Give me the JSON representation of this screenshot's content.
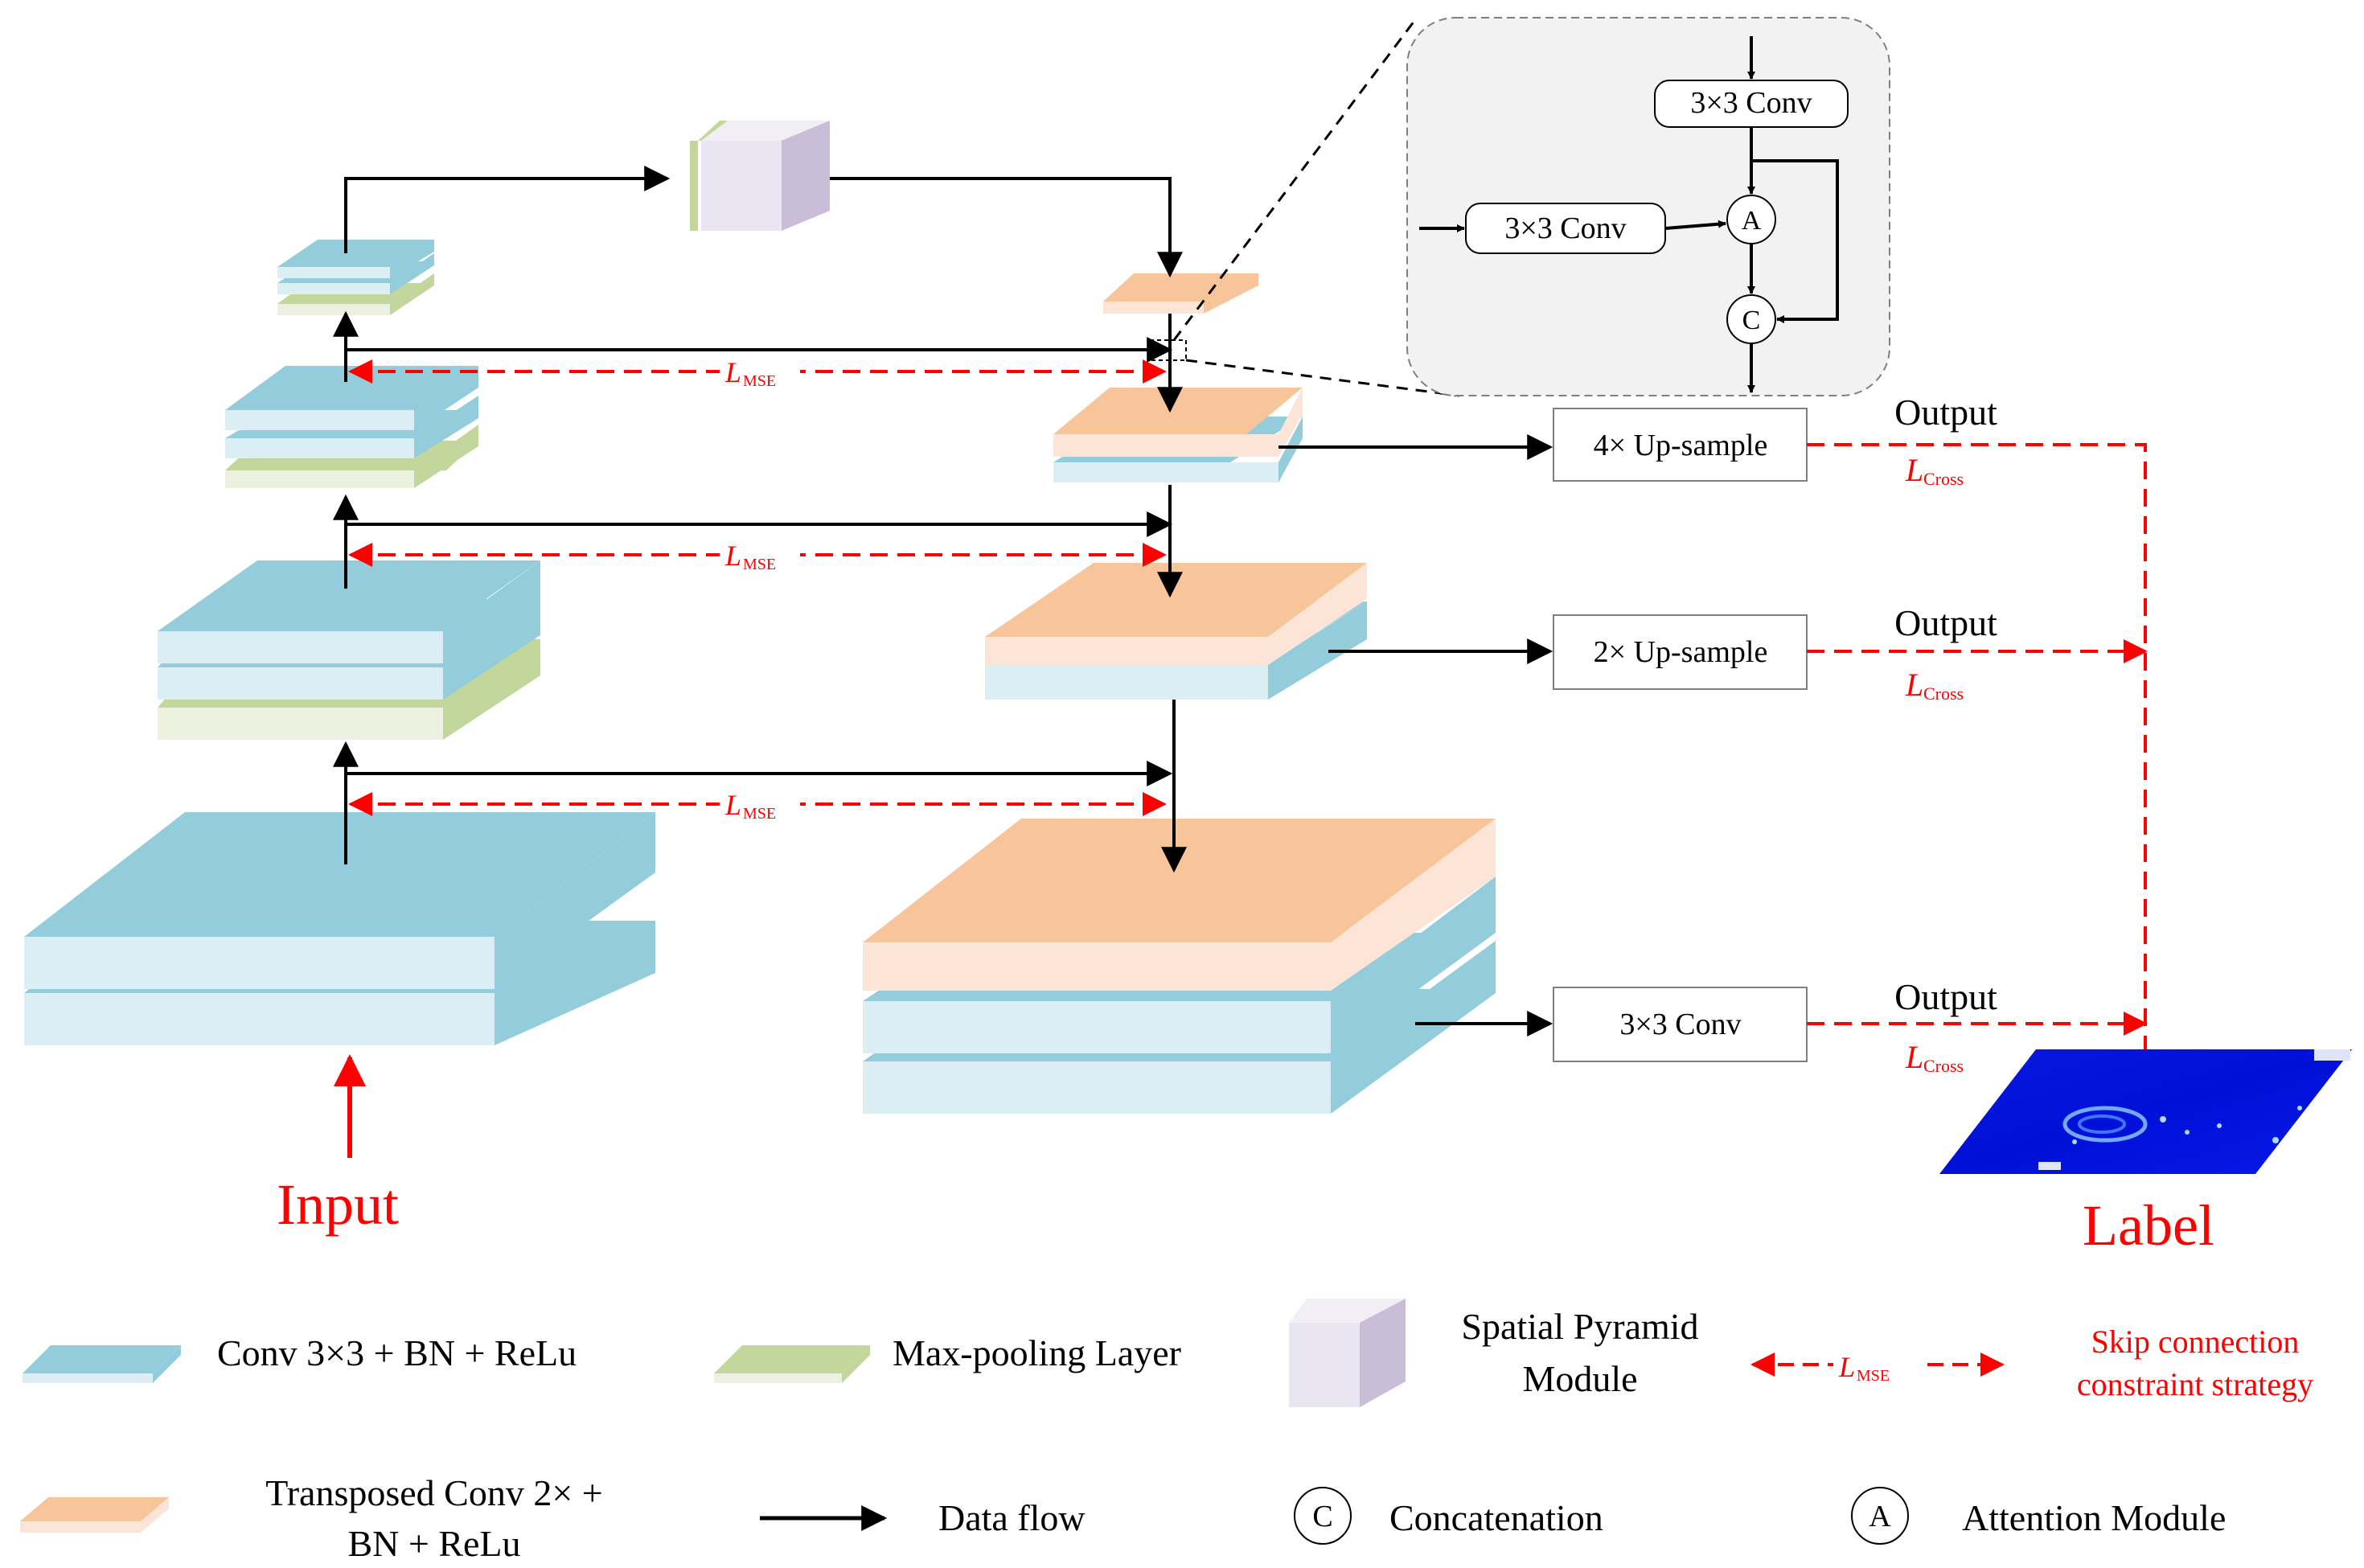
{
  "colors": {
    "conv_top": "#93CDDC",
    "conv_side": "#DAEEF4",
    "pool_top": "#C3D69B",
    "pool_side": "#EBF1DE",
    "trans_top": "#F8C49A",
    "trans_side": "#FCE4D6",
    "spm_front": "#EAE6F1",
    "spm_side": "#C9BDD7",
    "black": "#000000",
    "red": "#FF0000",
    "inset_bg": "#F2F2F2",
    "label_blue": "#0000EE"
  },
  "labels": {
    "input": "Input",
    "label": "Label",
    "output": "Output",
    "l_main": "L",
    "mse_sub": "MSE",
    "cross_sub": "Cross"
  },
  "boxes": {
    "up4": "4× Up-sample",
    "up2": "2× Up-sample",
    "conv_out": "3×3 Conv"
  },
  "inset": {
    "conv_top": "3×3 Conv",
    "conv_left": "3×3 Conv",
    "attention": "A",
    "concat": "C"
  },
  "legend": {
    "conv": "Conv 3×3 + BN + ReLu",
    "pool": "Max-pooling Layer",
    "spm_line1": "Spatial Pyramid",
    "spm_line2": "Module",
    "skip_line1": "Skip connection",
    "skip_line2": "constraint strategy",
    "trans_line1": "Transposed Conv 2× +",
    "trans_line2": "BN + ReLu",
    "dataflow": "Data flow",
    "concat_letter": "C",
    "concat": "Concatenation",
    "attention_letter": "A",
    "attention": "Attention Module"
  }
}
